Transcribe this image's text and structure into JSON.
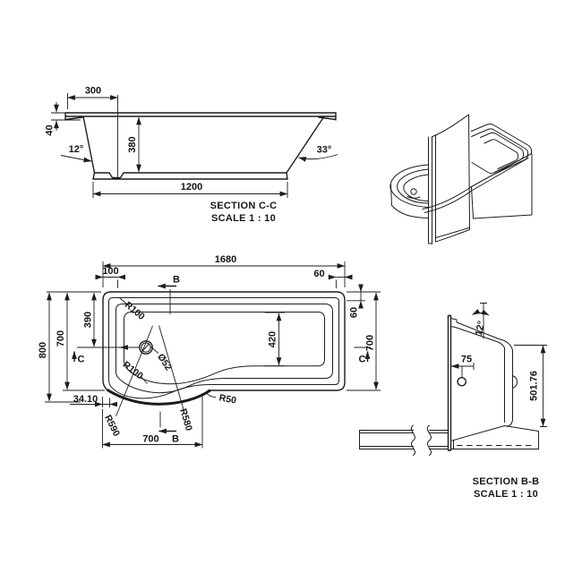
{
  "drawing": {
    "line_color": "#1c1c1c",
    "section_cc": {
      "title": "SECTION C-C",
      "scale_label": "SCALE 1 : 10",
      "dims": {
        "rim_to_waste": "300",
        "lip_height": "40",
        "head_angle": "12°",
        "inner_depth": "380",
        "base_length": "1200",
        "foot_angle": "33°"
      }
    },
    "plan": {
      "dims": {
        "overall_length": "1680",
        "head_rim_offset": "100",
        "foot_rim_offset": "60",
        "overall_width": "800",
        "rim_width_left": "700",
        "waste_centre_from_edge": "390",
        "foot_rim_width": "60",
        "rim_width_right": "700",
        "floor_width": "420",
        "screen_setback": "34.10",
        "screen_chord": "700"
      },
      "radii": {
        "basin_corner": "R100",
        "floor_corner": "R100",
        "waste_diameter": "Ø52",
        "screen_outer": "R590",
        "screen_inner": "R580",
        "transition": "R50"
      },
      "section_markers": {
        "b": "B",
        "c": "C"
      }
    },
    "section_bb": {
      "title": "SECTION B-B",
      "scale_label": "SCALE 1 : 10",
      "dims": {
        "rim_angle": "12°",
        "overflow_offset": "75",
        "overall_height": "501.76"
      }
    }
  }
}
